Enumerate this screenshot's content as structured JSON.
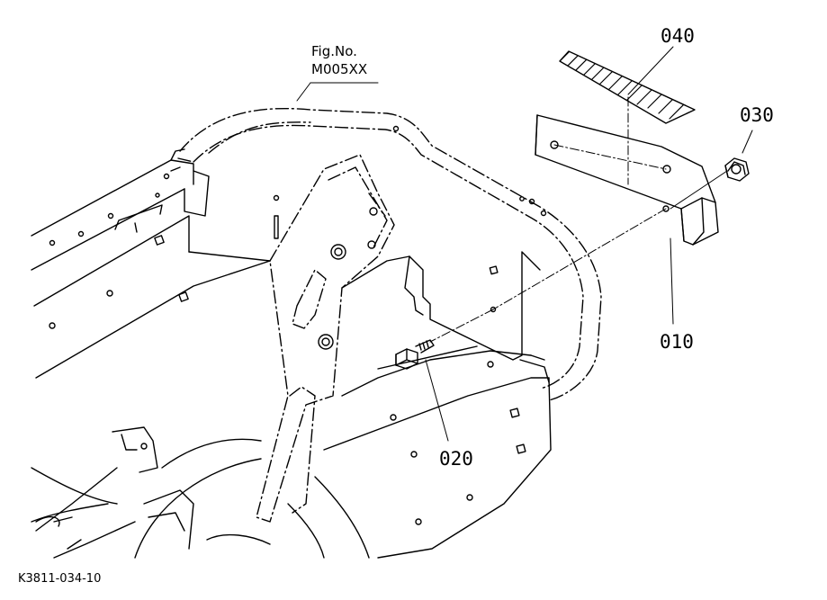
{
  "figure": {
    "fig_label": "Fig.No.",
    "fig_number": "M005XX",
    "drawing_id": "K3811-034-10"
  },
  "callouts": [
    {
      "number": "040",
      "part": "label-sticker"
    },
    {
      "number": "030",
      "part": "nut"
    },
    {
      "number": "010",
      "part": "bracket-plate"
    },
    {
      "number": "020",
      "part": "bolt"
    }
  ],
  "colors": {
    "line": "#000000",
    "background": "#ffffff"
  }
}
